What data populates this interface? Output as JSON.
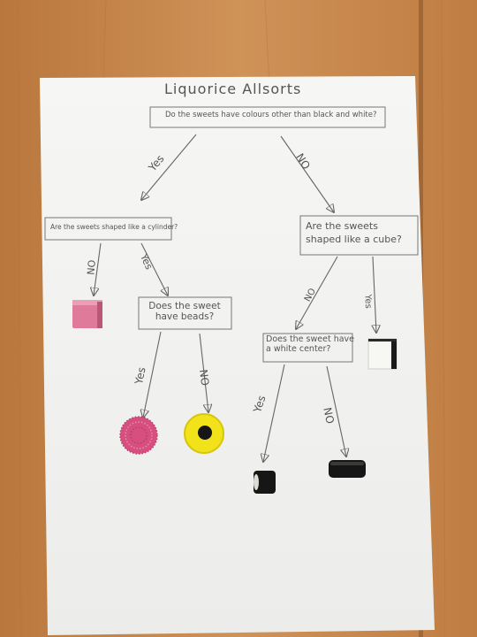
{
  "diagram": {
    "title": "Liquorice Allsorts",
    "root_question": "Do the sweets have colours other than black and white?",
    "q_cylinder": "Are the sweets shaped like a cylinder?",
    "q_cube": "Are the sweets shaped like a cube?",
    "q_beads": [
      "Does the sweet",
      "have beads?"
    ],
    "q_white_center": [
      "Does the sweet have",
      "a white center?"
    ],
    "edge_labels": {
      "root_yes": "Yes",
      "root_no": "NO",
      "cyl_no": "NO",
      "cyl_yes": "Yes",
      "cube_no": "NO",
      "cube_yes": "Yes",
      "beads_yes": "Yes",
      "beads_no": "NO",
      "white_yes": "Yes",
      "white_no": "NO"
    }
  },
  "sweets": {
    "pink_square": "pink square sweet",
    "pink_beaded": "pink beaded round sweet",
    "yellow_round": "yellow round sweet with black centre",
    "black_white_cube": "black and white cube sweet",
    "black_white_center": "black cylinder with white centre",
    "black_plain": "plain black liquorice"
  },
  "colors": {
    "desk": "#c98a4e",
    "paper": "#f4f4f2",
    "pencil": "#666666",
    "pink": "#e07a9a",
    "pink_beads": "#d64f7f",
    "yellow": "#f2e21a",
    "black": "#161616",
    "white_sweet": "#f7f7f3"
  }
}
